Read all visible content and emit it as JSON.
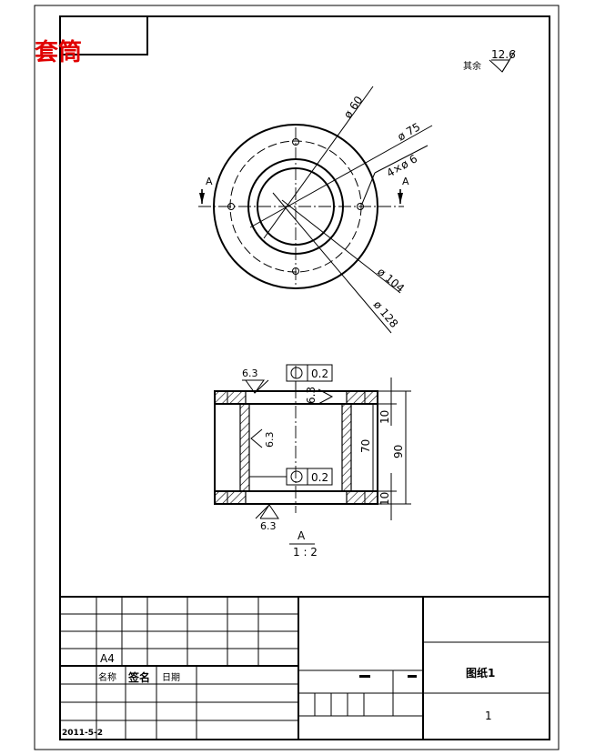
{
  "drawing": {
    "part_name": "套筒",
    "roughness_note_label": "其余",
    "roughness_note_value": "12.6",
    "dims_plan": {
      "d60": "ø 60",
      "d75": "ø 75",
      "holes": "4×ø 6",
      "d104": "ø 104",
      "d128": "ø 128",
      "section_mark": "A"
    },
    "dims_section": {
      "roughness_top": "6.3",
      "roughness_right": "6.3",
      "roughness_inner": "6.3",
      "roughness_bottom": "6.3",
      "tol_top_value": "0.2",
      "tol_mid_value": "0.2",
      "dim_10_top": "10",
      "dim_70": "70",
      "dim_90": "90",
      "dim_10_bottom": "10",
      "section_label": "A",
      "scale": "1 : 2"
    }
  },
  "title_block": {
    "paper_size": "A4",
    "col_name": "名称",
    "col_sign": "签名",
    "col_date": "日期",
    "date_value": "2011-5-2",
    "drawing_title": "图纸1",
    "sheet_number": "1"
  }
}
